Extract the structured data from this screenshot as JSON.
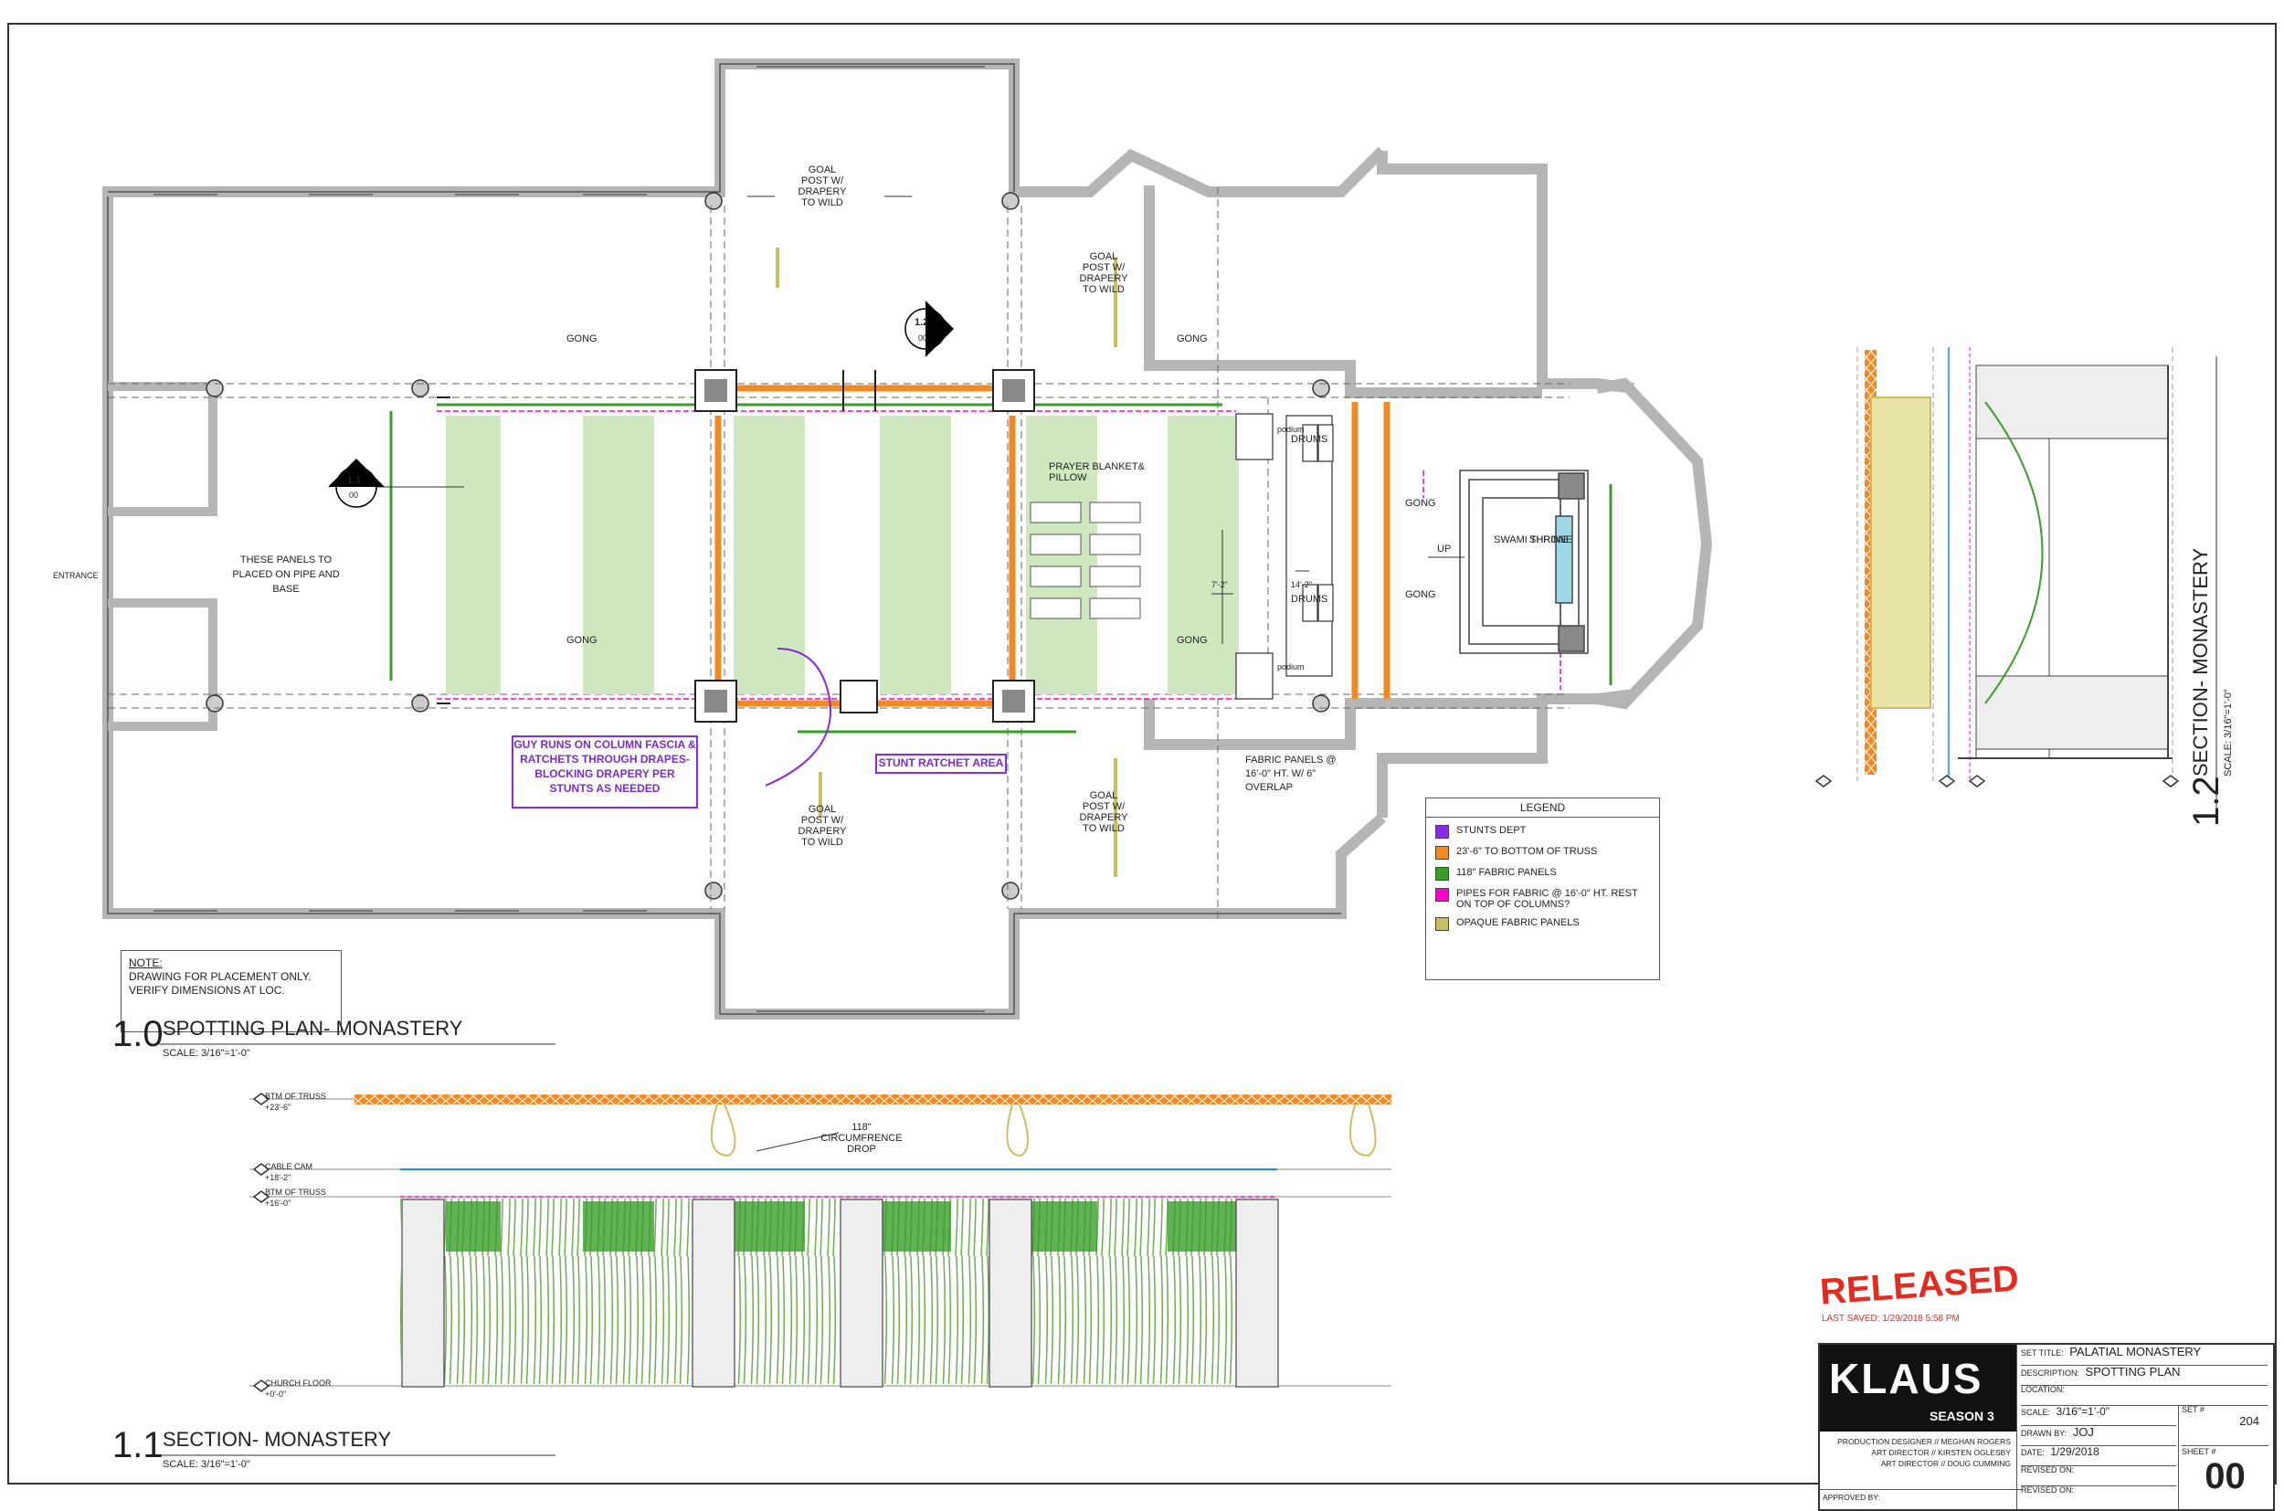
{
  "colors": {
    "stunts": "#8a2be2",
    "truss": "#f08a24",
    "fabric_panels": "#3a9d2a",
    "pipes": "#ff00cc",
    "opaque": "#c8c060",
    "green_fill": "#cfe8bf",
    "wall": "#b5b5b5",
    "released_red": "#e52a1f"
  },
  "plan": {
    "goal_posts": [
      "GOAL POST W/ DRAPERY TO WILD",
      "GOAL POST W/ DRAPERY TO WILD",
      "GOAL POST W/ DRAPERY TO WILD",
      "GOAL POST W/ DRAPERY TO WILD"
    ],
    "gong": "GONG",
    "drums": "DRUMS",
    "podium": "podium",
    "prayer_blanket": "PRAYER BLANKET& PILLOW",
    "swami_throne": "SWAMI THRONE",
    "shrine": "SHRINE",
    "up": "UP",
    "entrance": "ENTRANCE",
    "panels_note": "THESE PANELS TO PLACED ON PIPE AND BASE",
    "guy_runs": "GUY RUNS ON COLUMN FASCIA & RATCHETS THROUGH DRAPES- BLOCKING DRAPERY PER STUNTS AS NEEDED",
    "stunt_ratchet": "STUNT RATCHET AREA",
    "fabric_panels_note": "FABRIC PANELS @ 16'-0\" HT. W/ 6\" OVERLAP",
    "callout_11": {
      "num": "1.1",
      "sheet": "00"
    },
    "callout_12": {
      "num": "1.2",
      "sheet": "00"
    },
    "dim_a": "7'-2\"",
    "dim_b": "14'-2\""
  },
  "legend": {
    "title": "LEGEND",
    "items": [
      {
        "label": "STUNTS DEPT",
        "color": "#8a2be2"
      },
      {
        "label": "23'-6\" TO BOTTOM OF TRUSS",
        "color": "#f08a24"
      },
      {
        "label": "118\" FABRIC PANELS",
        "color": "#3a9d2a"
      },
      {
        "label": "PIPES FOR FABRIC @ 16'-0\" HT. REST ON TOP OF COLUMNS?",
        "color": "#ff00cc"
      },
      {
        "label": "OPAQUE FABRIC PANELS",
        "color": "#c8c060"
      }
    ]
  },
  "note": {
    "heading": "NOTE:",
    "body": "DRAWING FOR PLACEMENT ONLY. VERIFY DIMENSIONS AT LOC."
  },
  "views": {
    "v10": {
      "num": "1.0",
      "title": "SPOTTING PLAN- MONASTERY",
      "scale": "SCALE: 3/16\"=1'-0\""
    },
    "v11": {
      "num": "1.1",
      "title": "SECTION- MONASTERY",
      "scale": "SCALE: 3/16\"=1'-0\""
    },
    "v12": {
      "num": "1.2",
      "title": "SECTION- MONASTERY",
      "scale": "SCALE: 3/16\"=1'-0\""
    }
  },
  "section": {
    "btm_truss_top": "BTM OF TRUSS",
    "btm_truss_top_elev": "+23'-6\"",
    "cable_cam": "CABLE CAM",
    "cable_cam_elev": "+18'-2\"",
    "btm_truss_low": "BTM OF TRUSS",
    "btm_truss_low_elev": "+16'-0\"",
    "church_floor": "CHURCH FLOOR",
    "church_floor_elev": "+0'-0\"",
    "circumference": "118\" CIRCUMFRENCE DROP"
  },
  "stamp": {
    "released": "RELEASED",
    "last_saved": "LAST SAVED: 1/29/2018 5:58 PM"
  },
  "title_block": {
    "logo": "KLAUS",
    "season": "SEASON 3",
    "production_designer": "PRODUCTION DESIGNER // MEGHAN ROGERS",
    "art_director_1": "ART DIRECTOR // KIRSTEN OGLESBY",
    "art_director_2": "ART DIRECTOR // DOUG CUMMING",
    "approved_by": "APPROVED BY:",
    "set_title_label": "SET TITLE:",
    "set_title": "PALATIAL MONASTERY",
    "description_label": "DESCRIPTION:",
    "description": "SPOTTING PLAN",
    "location_label": "LOCATION:",
    "scale_label": "SCALE:",
    "scale": "3/16\"=1'-0\"",
    "set_no_label": "SET #",
    "set_no": "204",
    "drawn_by_label": "DRAWN BY:",
    "drawn_by": "JOJ",
    "date_label": "DATE:",
    "date": "1/29/2018",
    "sheet_label": "SHEET #",
    "sheet": "00",
    "revised_on_1": "REVISED ON:",
    "revised_on_2": "REVISED ON:"
  }
}
